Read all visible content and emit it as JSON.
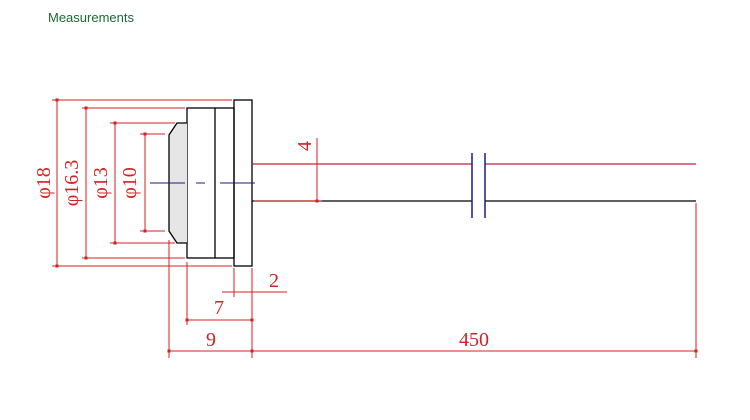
{
  "title": "Measurements",
  "dimensions": {
    "d_outer": "φ18",
    "d_body": "φ16.3",
    "d_lens": "φ13",
    "d_aperture": "φ10",
    "shaft_width": "4",
    "flange_thickness": "2",
    "body_length": "7",
    "overall_head_length": "9",
    "shaft_length": "450"
  },
  "colors": {
    "dimension": "#d42020",
    "outline": "#000000",
    "centerline": "#1a1a80",
    "title": "#1a6b35"
  }
}
